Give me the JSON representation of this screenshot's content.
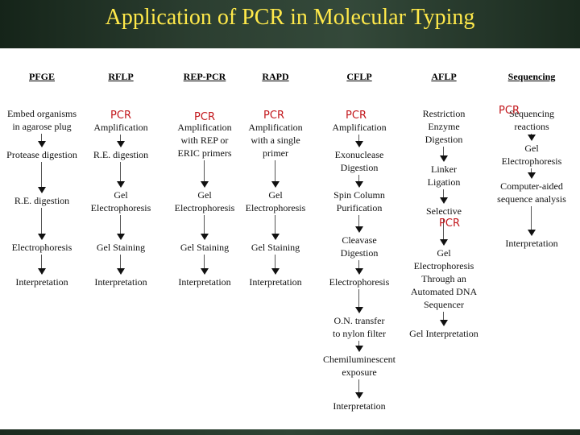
{
  "title": "Application of PCR in Molecular Typing",
  "pcr_label": "PCR",
  "columns": [
    {
      "header": "PFGE",
      "steps": [
        "Embed organisms\nin agarose plug",
        "Protease digestion",
        "R.E. digestion",
        "Electrophoresis",
        "Interpretation"
      ]
    },
    {
      "header": "RFLP",
      "steps": [
        "Amplification",
        "R.E. digestion",
        "Gel\nElectrophoresis",
        "Gel Staining",
        "Interpretation"
      ]
    },
    {
      "header": "REP-PCR",
      "steps": [
        "Amplification\nwith REP or\nERIC primers",
        "Gel\nElectrophoresis",
        "Gel Staining",
        "Interpretation"
      ]
    },
    {
      "header": "RAPD",
      "steps": [
        "Amplification\nwith a single\nprimer",
        "Gel\nElectrophoresis",
        "Gel Staining",
        "Interpretation"
      ]
    },
    {
      "header": "CFLP",
      "steps": [
        "Amplification",
        "Exonuclease\nDigestion",
        "Spin Column\nPurification",
        "Cleavase\nDigestion",
        "Electrophoresis",
        "O.N. transfer\nto nylon filter",
        "Chemiluminescent\nexposure",
        "Interpretation"
      ]
    },
    {
      "header": "AFLP",
      "steps": [
        "Restriction\nEnzyme\nDigestion",
        "Linker\nLigation",
        "Selective",
        "Gel\nElectrophoresis\nThrough an\nAutomated DNA\nSequencer",
        "Gel Interpretation"
      ]
    },
    {
      "header": "Sequencing",
      "steps": [
        "Sequencing\nreactions",
        "Gel\nElectrophoresis",
        "Computer-aided\nsequence analysis",
        "Interpretation"
      ]
    }
  ]
}
